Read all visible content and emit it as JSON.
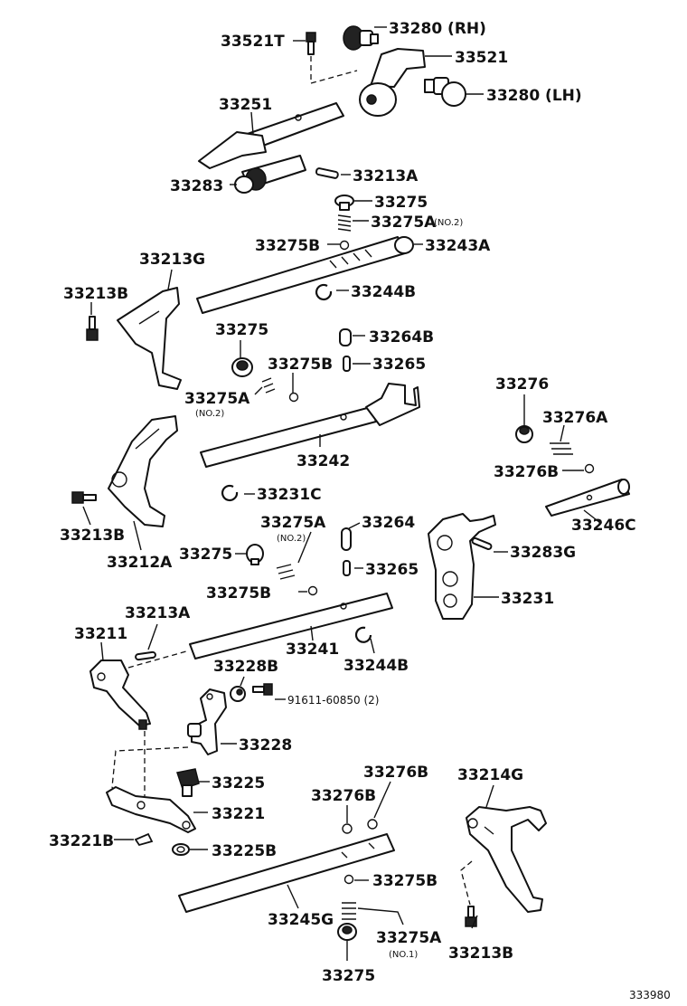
{
  "labels": [
    {
      "id": "l33521T",
      "text": "33521T"
    },
    {
      "id": "l33280RH",
      "text": "33280 (RH)"
    },
    {
      "id": "l33521",
      "text": "33521"
    },
    {
      "id": "l33280LH",
      "text": "33280 (LH)"
    },
    {
      "id": "l33251",
      "text": "33251"
    },
    {
      "id": "l33213A_top",
      "text": "33213A"
    },
    {
      "id": "l33283",
      "text": "33283"
    },
    {
      "id": "l33275_top",
      "text": "33275"
    },
    {
      "id": "l33275A_no2_top",
      "text": "33275A"
    },
    {
      "id": "l33275B_top",
      "text": "33275B"
    },
    {
      "id": "l33243A",
      "text": "33243A"
    },
    {
      "id": "l33213G",
      "text": "33213G"
    },
    {
      "id": "l33213B_left",
      "text": "33213B"
    },
    {
      "id": "l33244B_top",
      "text": "33244B"
    },
    {
      "id": "l33275_mid",
      "text": "33275"
    },
    {
      "id": "l33264B",
      "text": "33264B"
    },
    {
      "id": "l33275B_mid",
      "text": "33275B"
    },
    {
      "id": "l33265_top",
      "text": "33265"
    },
    {
      "id": "l33275A_mid",
      "text": "33275A"
    },
    {
      "id": "l33276",
      "text": "33276"
    },
    {
      "id": "l33276A",
      "text": "33276A"
    },
    {
      "id": "l33242",
      "text": "33242"
    },
    {
      "id": "l33276B_right",
      "text": "33276B"
    },
    {
      "id": "l33231C",
      "text": "33231C"
    },
    {
      "id": "l33246C",
      "text": "33246C"
    },
    {
      "id": "l33213B_mid",
      "text": "33213B"
    },
    {
      "id": "l33275A_low",
      "text": "33275A"
    },
    {
      "id": "l33264",
      "text": "33264"
    },
    {
      "id": "l33283G",
      "text": "33283G"
    },
    {
      "id": "l33212A",
      "text": "33212A"
    },
    {
      "id": "l33275_low",
      "text": "33275"
    },
    {
      "id": "l33265_low",
      "text": "33265"
    },
    {
      "id": "l33231",
      "text": "33231"
    },
    {
      "id": "l33275B_low",
      "text": "33275B"
    },
    {
      "id": "l33213A_low",
      "text": "33213A"
    },
    {
      "id": "l33211",
      "text": "33211"
    },
    {
      "id": "l33241",
      "text": "33241"
    },
    {
      "id": "l33244B_low",
      "text": "33244B"
    },
    {
      "id": "l33228B",
      "text": "33228B"
    },
    {
      "id": "l33228",
      "text": "33228"
    },
    {
      "id": "l33276B_a",
      "text": "33276B"
    },
    {
      "id": "l33214G",
      "text": "33214G"
    },
    {
      "id": "l33225",
      "text": "33225"
    },
    {
      "id": "l33276B_b",
      "text": "33276B"
    },
    {
      "id": "l33221",
      "text": "33221"
    },
    {
      "id": "l33221B",
      "text": "33221B"
    },
    {
      "id": "l33225B",
      "text": "33225B"
    },
    {
      "id": "l33275B_bot",
      "text": "33275B"
    },
    {
      "id": "l33245G",
      "text": "33245G"
    },
    {
      "id": "l33275A_bot",
      "text": "33275A"
    },
    {
      "id": "l33213B_bot",
      "text": "33213B"
    },
    {
      "id": "l33275_bot",
      "text": "33275"
    }
  ],
  "sublabels": {
    "no2_top": "(NO.2)",
    "no2_mid": "(NO.2)",
    "no2_low": "(NO.2)",
    "no1_bot": "(NO.1)"
  },
  "bolt_ref": "91611-60850 (2)",
  "figure_code": "333980"
}
